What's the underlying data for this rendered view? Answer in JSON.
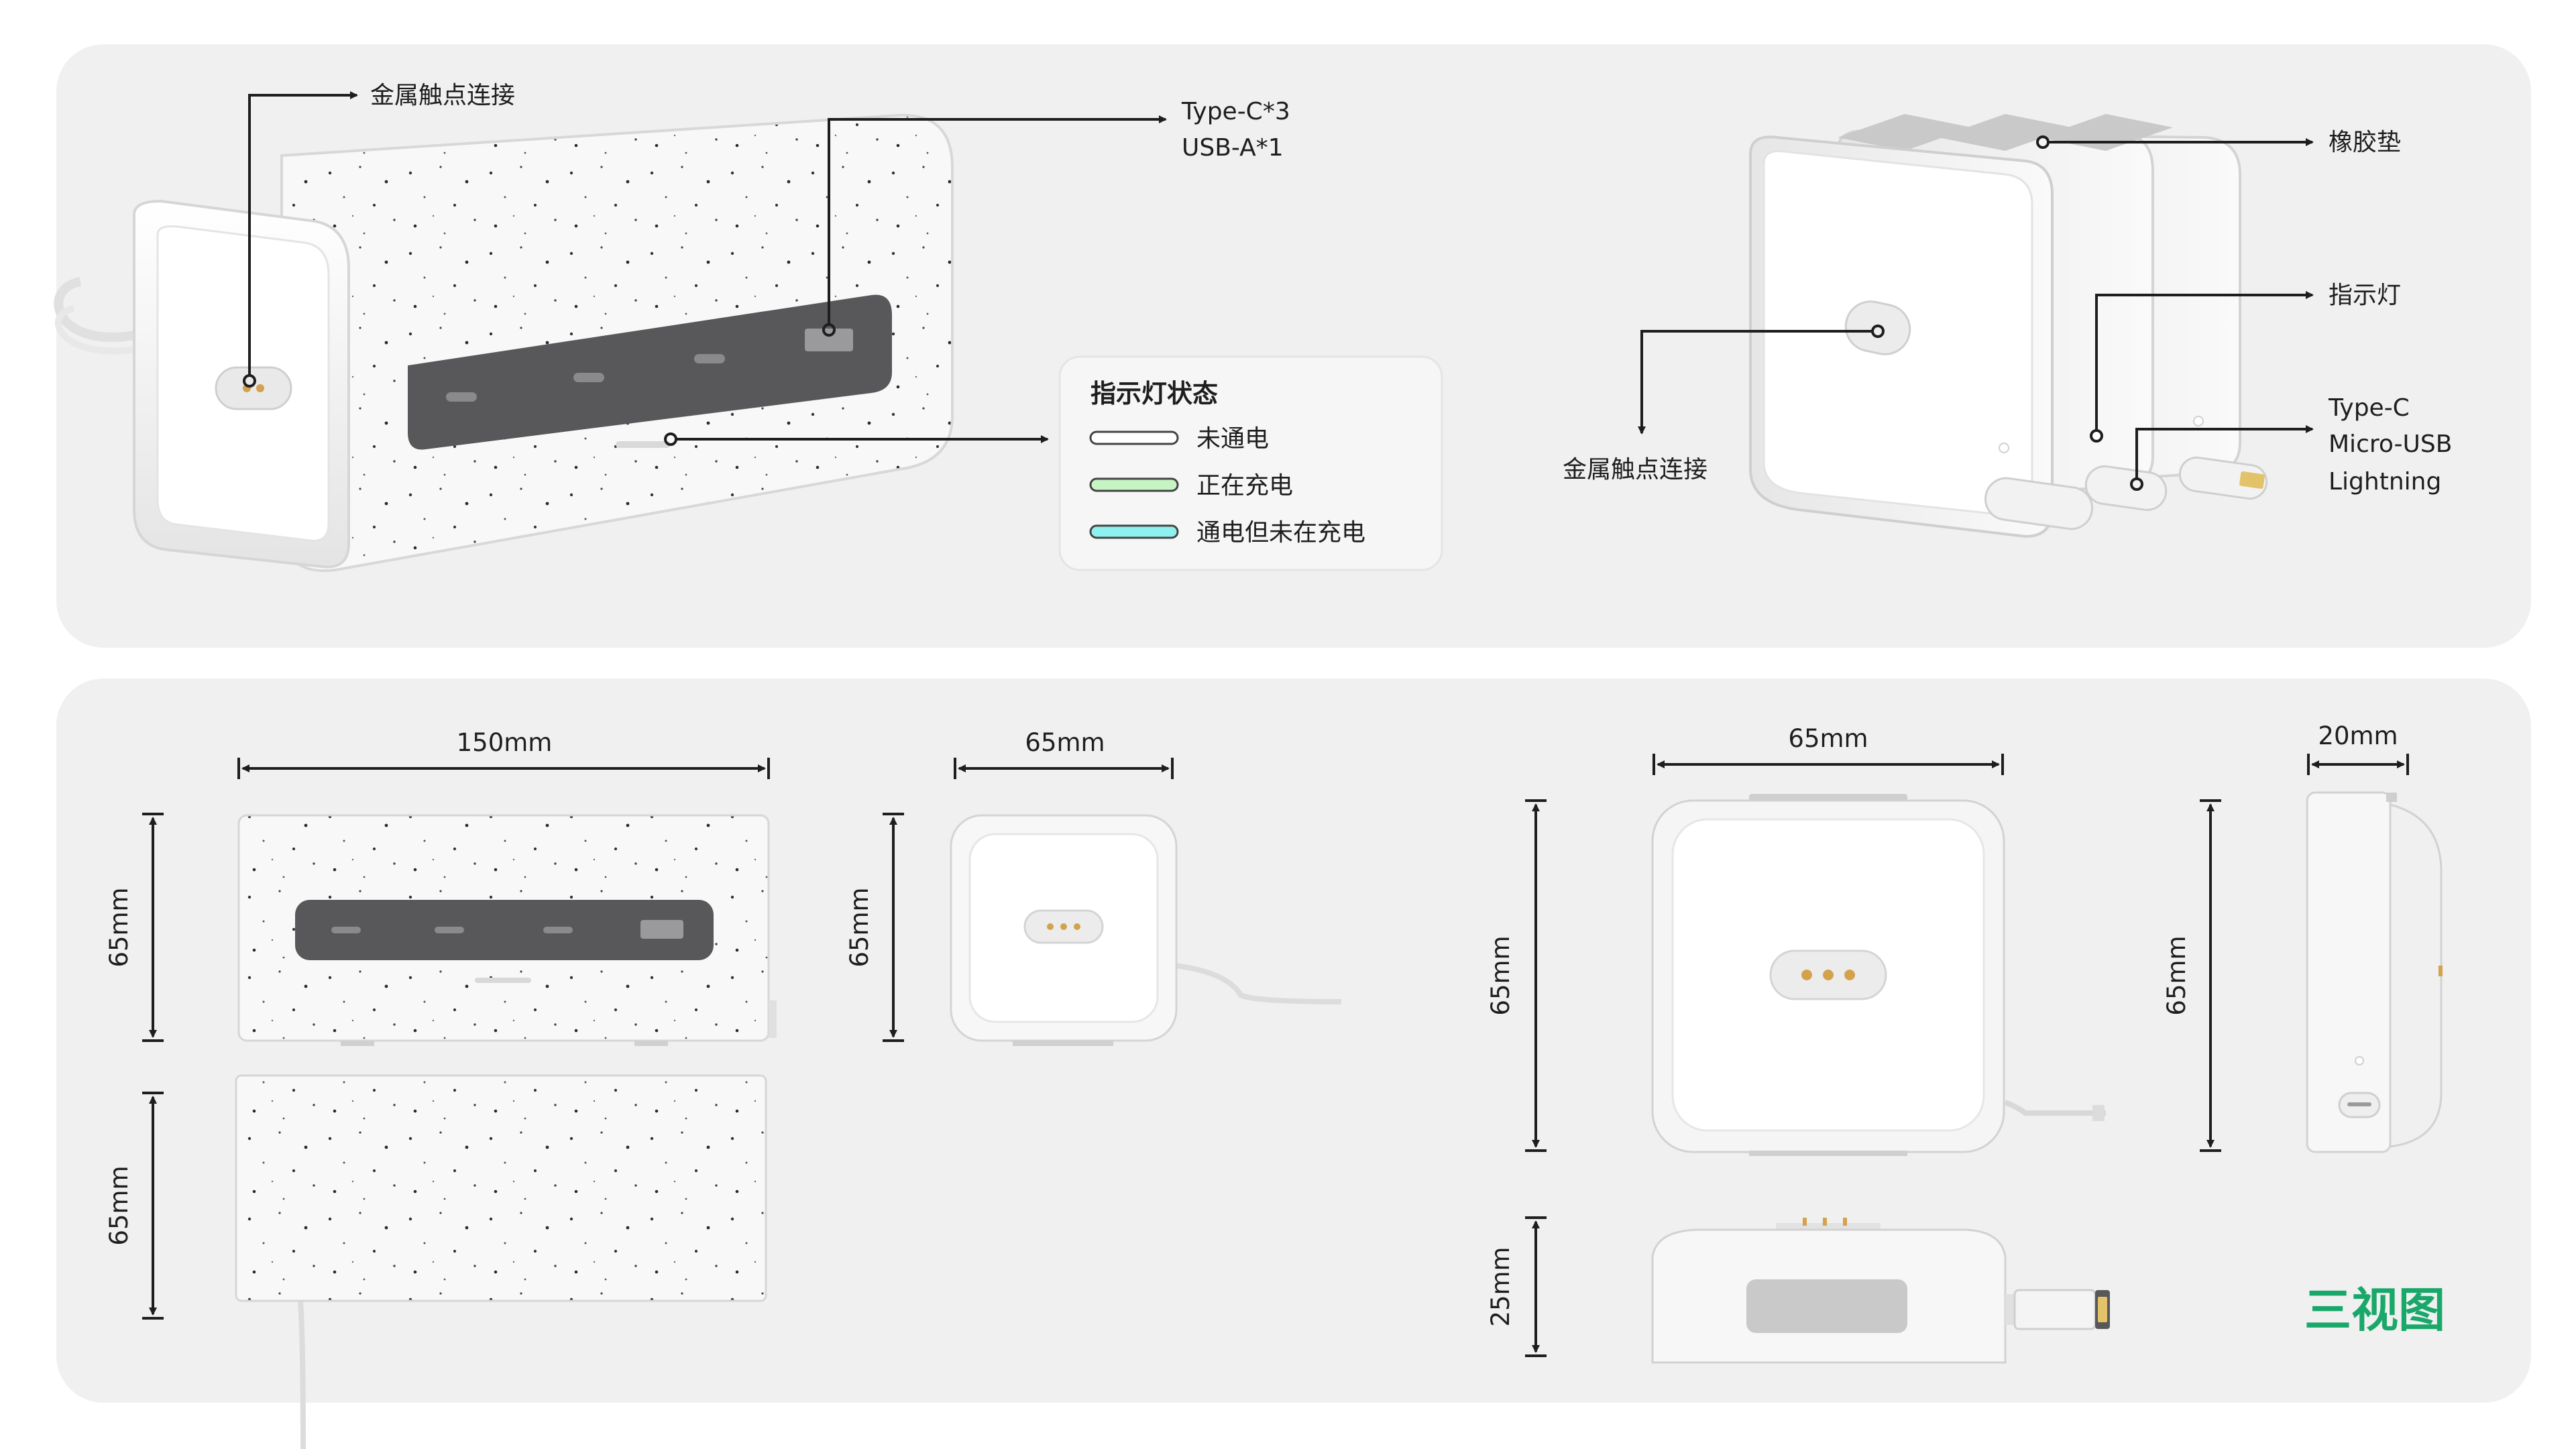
{
  "colors": {
    "panel": "#f0f0f0",
    "product_white": "#f7f7f7",
    "dark_strip": "#58585a",
    "pad_gray": "#c9c9c9",
    "ind_off": "#ffffff",
    "ind_charging": "#c6f5c3",
    "ind_powered": "#8ef0ef",
    "brand_green": "#1aa86a",
    "contact_gold": "#d4a24c"
  },
  "callouts": {
    "metal_contact_left": "金属触点连接",
    "ports_line1": "Type-C*3",
    "ports_line2": "USB-A*1",
    "rubber_pad": "橡胶垫",
    "indicator": "指示灯",
    "metal_contact_right": "金属触点连接",
    "cable_line1": "Type-C",
    "cable_line2": "Micro-USB",
    "cable_line3": "Lightning"
  },
  "legend": {
    "title": "指示灯状态",
    "items": [
      {
        "label": "未通电",
        "color": "#ffffff"
      },
      {
        "label": "正在充电",
        "color": "#c6f5c3"
      },
      {
        "label": "通电但未在充电",
        "color": "#8ef0ef"
      }
    ]
  },
  "dimensions": {
    "hub_length": "150mm",
    "hub_height": "65mm",
    "hub_depth": "65mm",
    "hub_end_width": "65mm",
    "hub_end_height": "65mm",
    "module_width": "65mm",
    "module_height": "65mm",
    "module_thickness": "20mm",
    "module_side_height": "65mm",
    "module_bottom_height": "25mm"
  },
  "brand_label": "三视图"
}
